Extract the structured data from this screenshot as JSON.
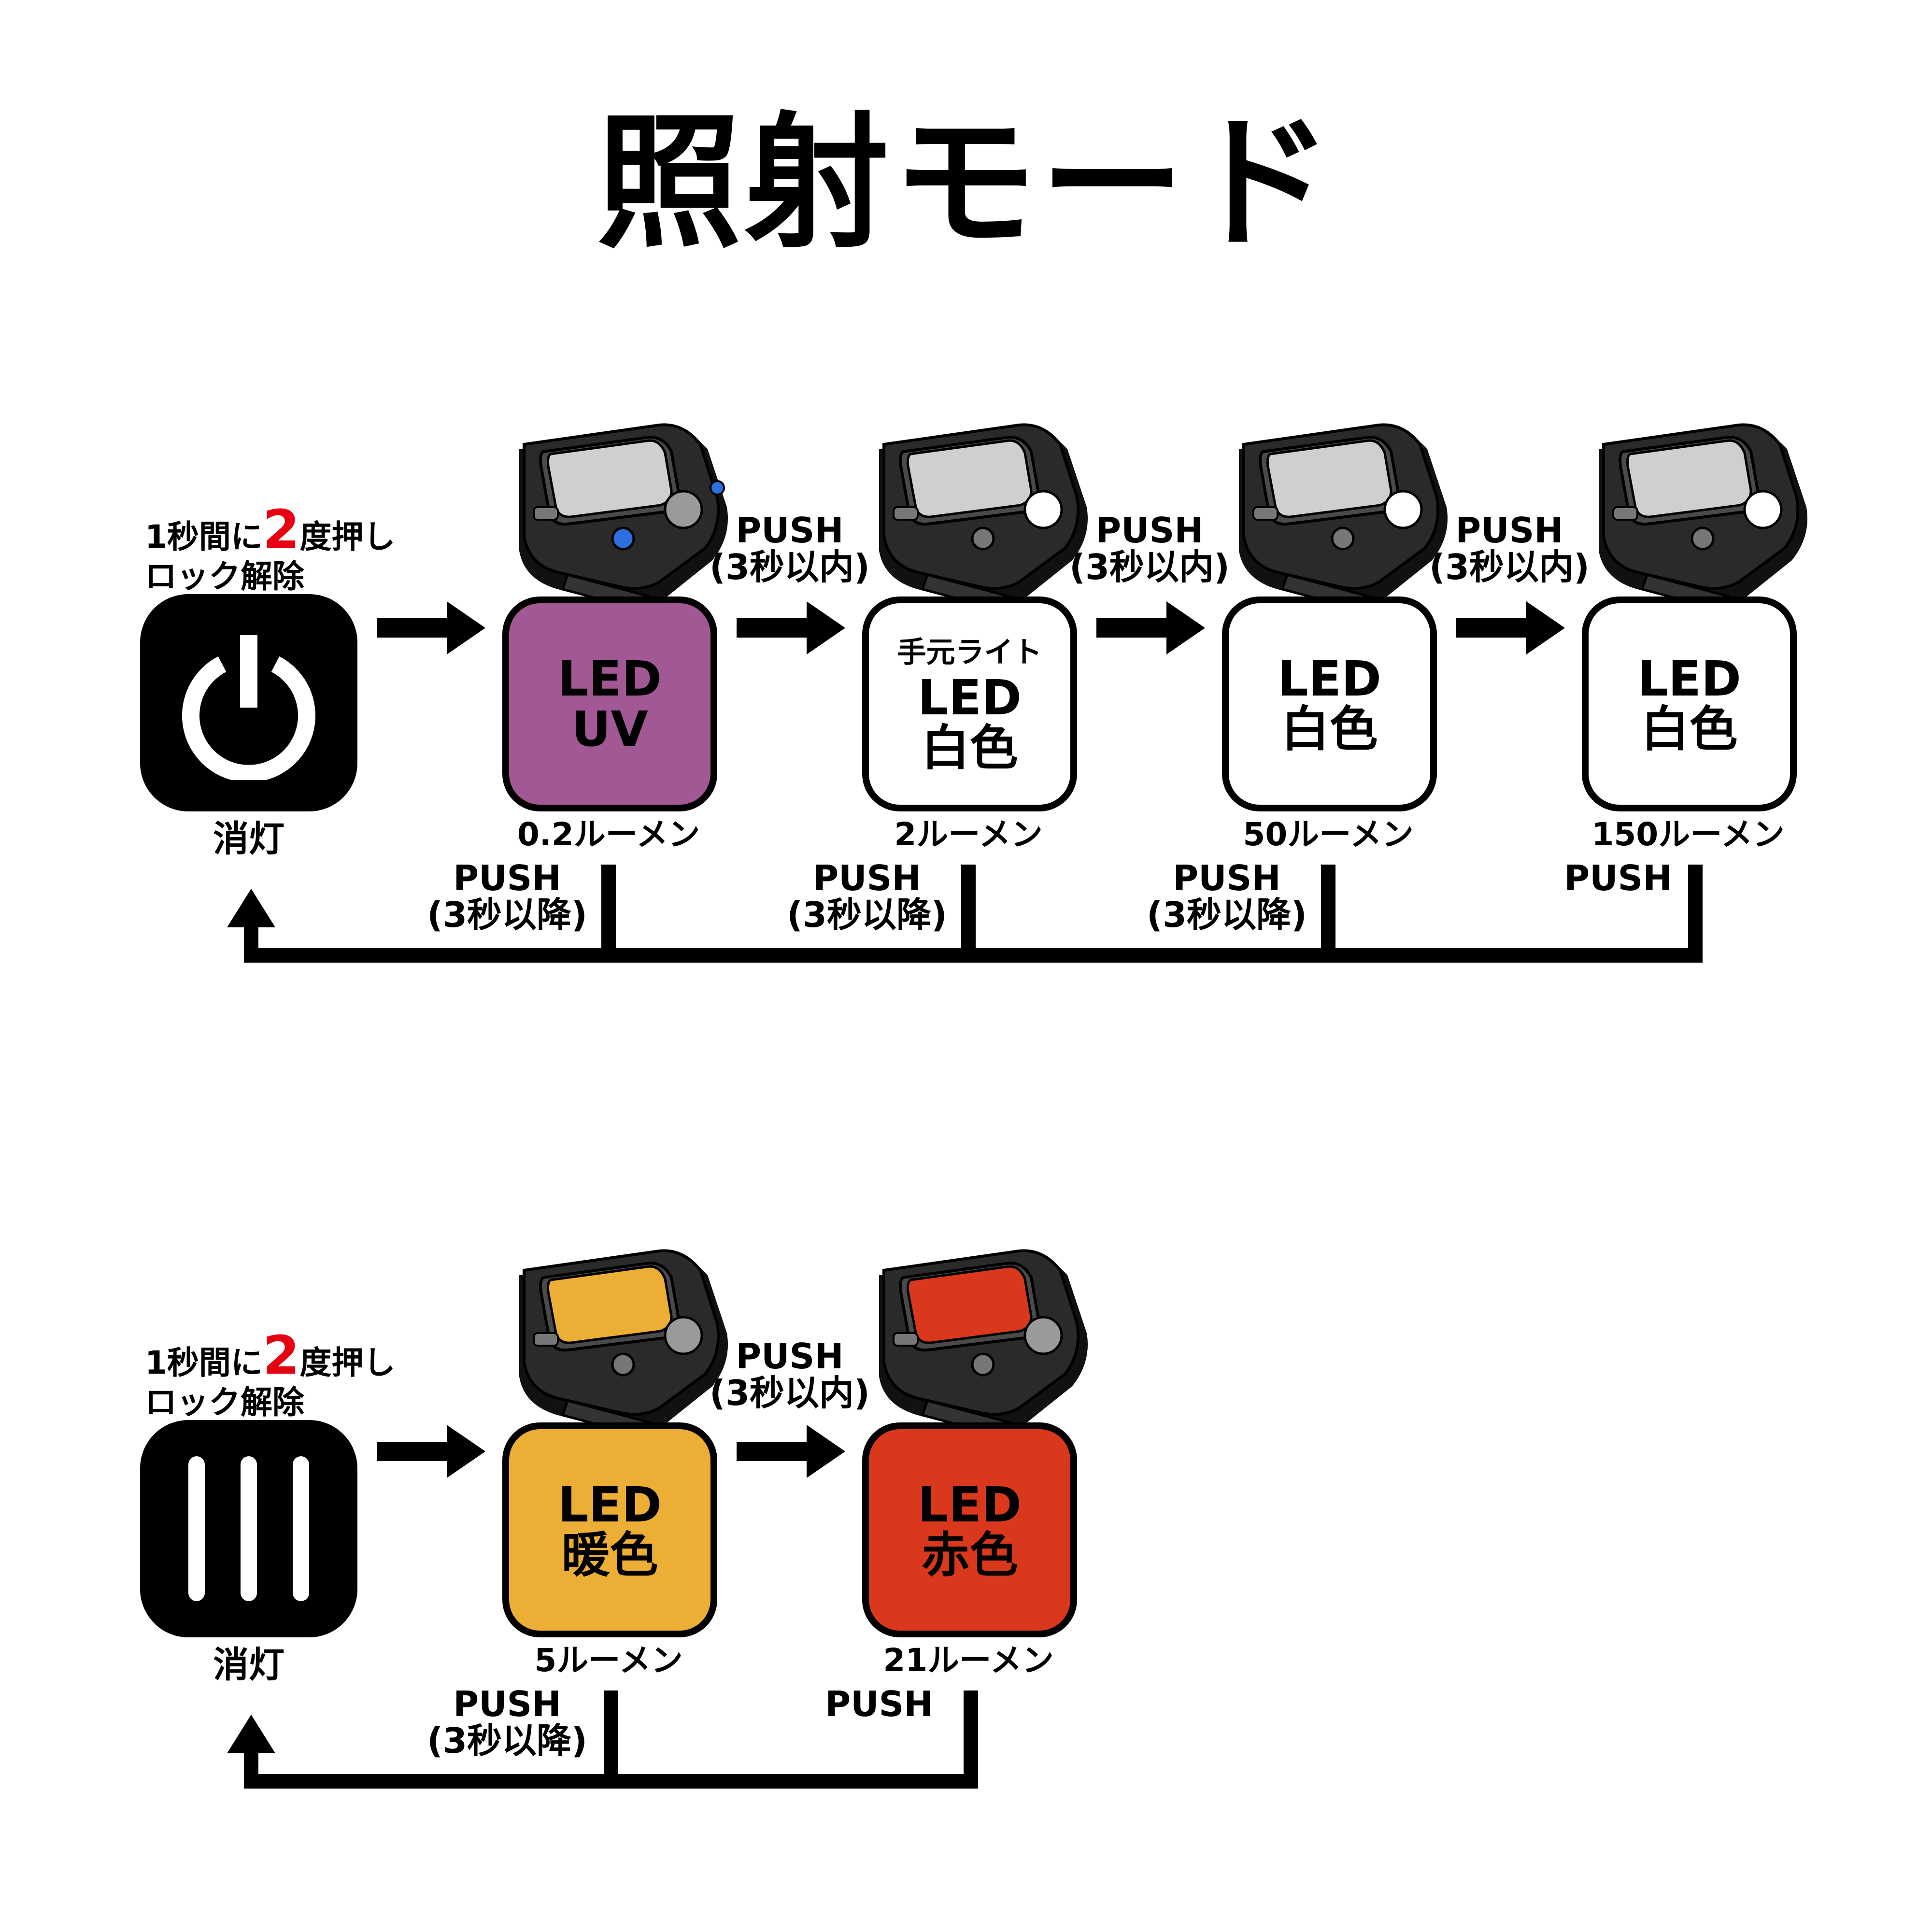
{
  "title": "照射モード",
  "colors": {
    "uv": "#a15894",
    "white": "#ffffff",
    "warm": "#ecae34",
    "red": "#d9381c",
    "lens_white": "#cfcfcf",
    "accent_red": "#e60012"
  },
  "row1": {
    "note_prefix": "1秒間に",
    "note_num": "2",
    "note_suffix": "度押し",
    "note_line2": "ロック解除",
    "off_icon": "power-icon",
    "off_label": "消灯",
    "forward_push": "PUSH",
    "forward_cond": "(3秒以内)",
    "back_push": "PUSH",
    "back_cond": "(3秒以降)",
    "modes": [
      {
        "line1": "LED",
        "line2": "UV",
        "lumen": "0.2ルーメン"
      },
      {
        "sub": "手元ライト",
        "line1": "LED",
        "line2": "白色",
        "lumen": "2ルーメン"
      },
      {
        "line1": "LED",
        "line2": "白色",
        "lumen": "50ルーメン"
      },
      {
        "line1": "LED",
        "line2": "白色",
        "lumen": "150ルーメン"
      }
    ],
    "last_push": "PUSH"
  },
  "row2": {
    "note_prefix": "1秒間に",
    "note_num": "2",
    "note_suffix": "度押し",
    "note_line2": "ロック解除",
    "off_icon": "triple-bar-icon",
    "off_label": "消灯",
    "forward_push": "PUSH",
    "forward_cond": "(3秒以内)",
    "back_push": "PUSH",
    "back_cond": "(3秒以降)",
    "modes": [
      {
        "line1": "LED",
        "line2": "暖色",
        "lumen": "5ルーメン"
      },
      {
        "line1": "LED",
        "line2": "赤色",
        "lumen": "21ルーメン"
      }
    ],
    "last_push": "PUSH"
  }
}
